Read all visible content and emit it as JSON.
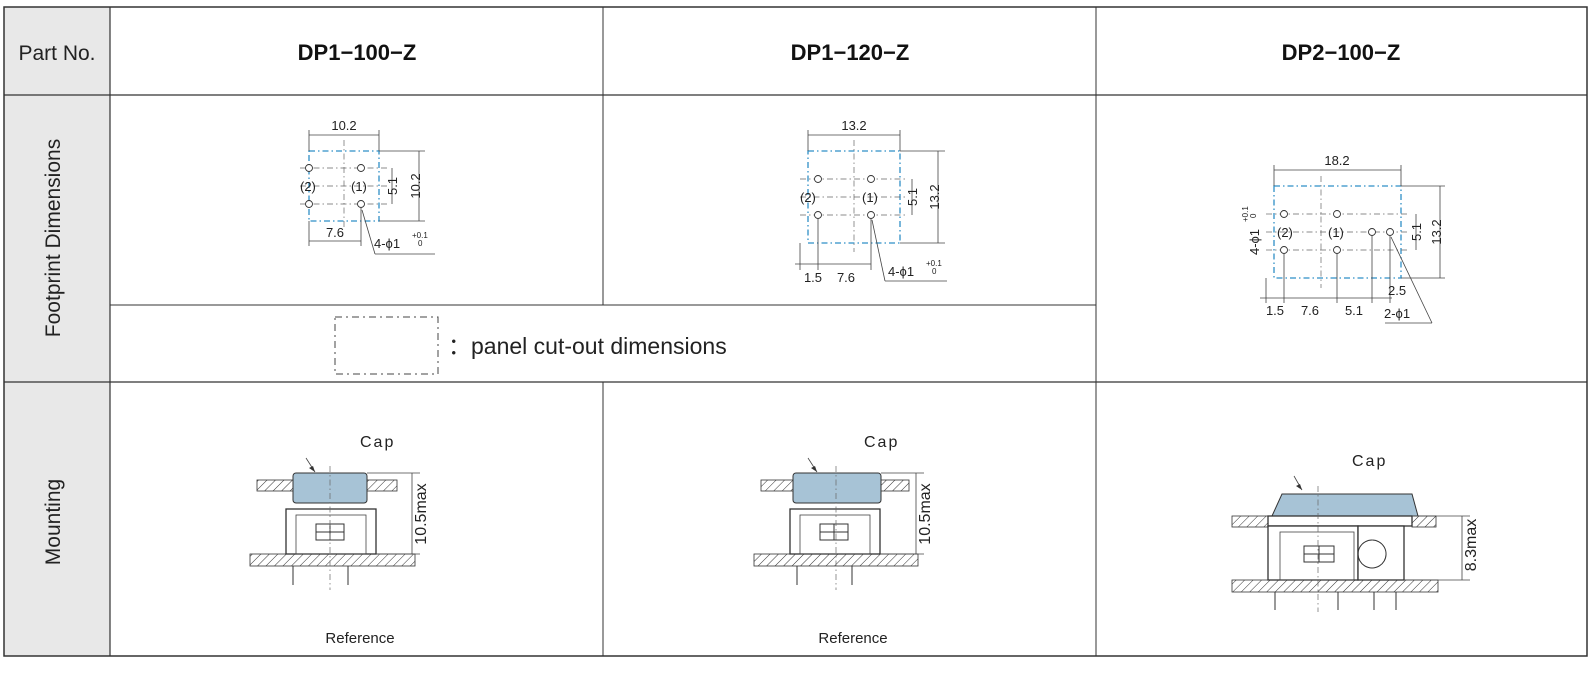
{
  "header": {
    "row_label": "Part No.",
    "parts": [
      "DP1−100−Z",
      "DP1−120−Z",
      "DP2−100−Z"
    ]
  },
  "rows": {
    "footprint": "Footprint Dimensions",
    "mounting": "Mounting"
  },
  "legend": {
    "text": "：panel cut-out dimensions"
  },
  "footprint_a": {
    "width": "10.2",
    "height": "10.2",
    "pitch": "5.1",
    "offset": "7.6",
    "pin2": "(2)",
    "pin1": "(1)",
    "hole": "4-ϕ1",
    "tol_plus": "+0.1",
    "tol_zero": "0"
  },
  "footprint_b": {
    "width": "13.2",
    "height": "13.2",
    "pitch": "5.1",
    "edge": "1.5",
    "offset": "7.6",
    "pin2": "(2)",
    "pin1": "(1)",
    "hole": "4-ϕ1",
    "tol_plus": "+0.1",
    "tol_zero": "0"
  },
  "footprint_c": {
    "width": "18.2",
    "height": "13.2",
    "pitch": "5.1",
    "edge": "1.5",
    "offset": "7.6",
    "spacing": "5.1",
    "edge2": "2.5",
    "hole2": "2-ϕ1",
    "pin2": "(2)",
    "pin1": "(1)",
    "hole": "4-ϕ1",
    "tol_plus": "+0.1",
    "tol_zero": "0"
  },
  "mounting": {
    "cap_label": "Cap",
    "height_a": "10.5max",
    "height_b": "10.5max",
    "height_c": "8.3max",
    "reference": "Reference"
  }
}
